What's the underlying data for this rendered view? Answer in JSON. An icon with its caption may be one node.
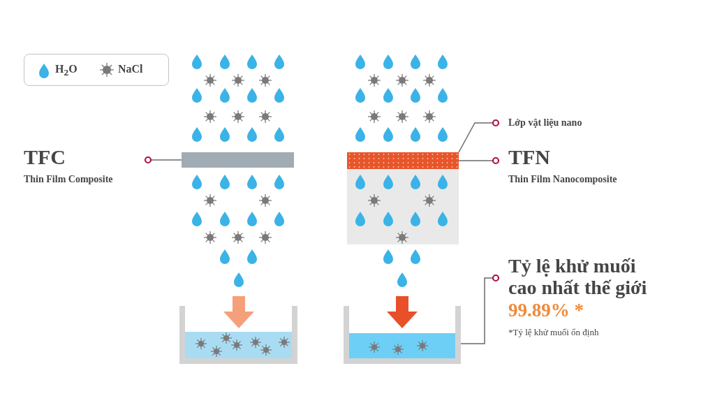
{
  "diagram": {
    "nodes": [
      {
        "text": [
          "TFC",
          "Thin Film Composite"
        ]
      },
      {
        "text": [],
        "shape": "bar"
      },
      {
        "text": [
          "Lớp vật liệu nano"
        ]
      },
      {
        "text": [],
        "shape": "bar"
      },
      {
        "text": [
          "TFN",
          "Thin Film Nanocomposite"
        ]
      },
      {
        "text": [
          "Tỷ lệ khử muối cao nhất thế giới",
          "99.89% *",
          "*Tỷ lệ khử muối ổn định"
        ]
      },
      {
        "text": [],
        "shape": "box"
      }
    ],
    "edges": [
      {
        "from": 0,
        "to": 1,
        "arrow": "other"
      },
      {
        "from": 2,
        "to": 3,
        "arrow": "other"
      },
      {
        "from": 4,
        "to": 3,
        "arrow": "other"
      },
      {
        "from": 5,
        "to": 6,
        "arrow": "other"
      }
    ],
    "legend": [
      {
        "text": "H$_{2}$O"
      },
      {
        "text": "NaCl"
      }
    ]
  }
}
